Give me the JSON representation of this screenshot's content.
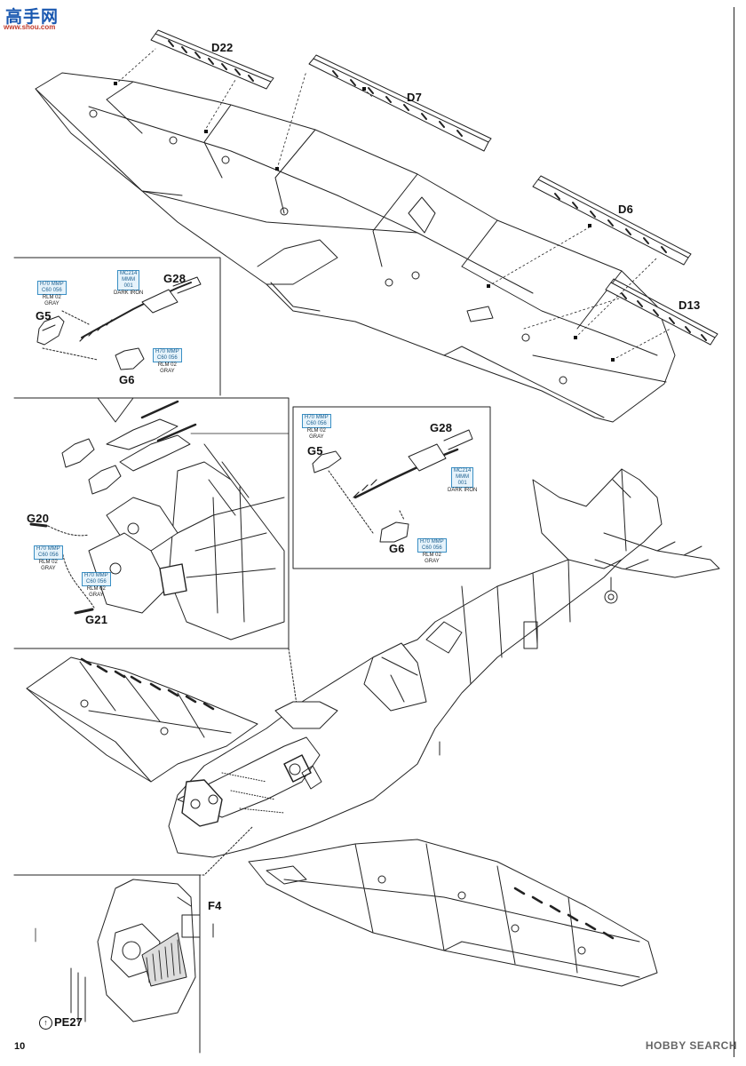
{
  "watermark": {
    "site_name": "高手网",
    "site_url": "www.shou.com",
    "brand": "HOBBY SEARCH"
  },
  "page_number": "10",
  "part_labels": {
    "d22": "D22",
    "d7": "D7",
    "d6": "D6",
    "d13": "D13",
    "g28_top": "G28",
    "g5_top": "G5",
    "g6_top": "G6",
    "g20": "G20",
    "g21": "G21",
    "g28_mid": "G28",
    "g5_mid": "G5",
    "g6_mid": "G6",
    "f4": "F4"
  },
  "pe_step": {
    "icon": "arrow-up-circle-icon",
    "label": "PE27"
  },
  "paints": {
    "rlm_gray": {
      "code1": "H70",
      "code2": "MMP",
      "code3": "C60",
      "code4": "056",
      "name1": "RLM 02",
      "name2": "GRAY"
    },
    "dark_iron": {
      "code1": "MC214",
      "code2": "MMM",
      "code3": "001",
      "name1": "DARK IRON"
    }
  },
  "colors": {
    "line": "#222222",
    "callout_fill": "#e6f3fb",
    "callout_border": "#3a8fc4",
    "hs_gray": "#666666"
  }
}
